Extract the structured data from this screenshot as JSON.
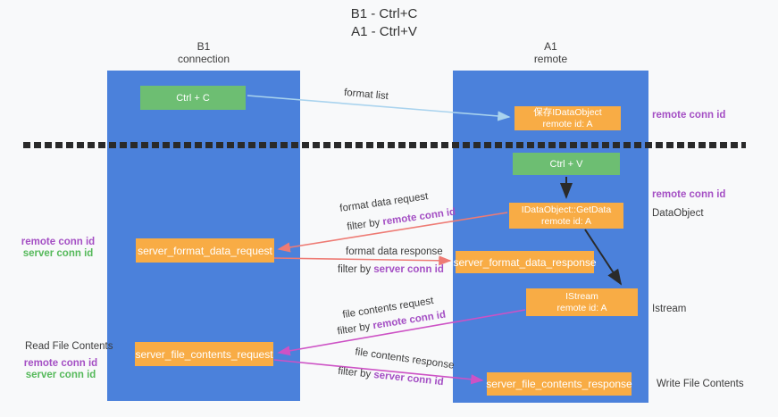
{
  "title": {
    "line1": "B1 - Ctrl+C",
    "line2": "A1 - Ctrl+V"
  },
  "columns": {
    "left": {
      "name": "B1",
      "subtitle": "connection"
    },
    "right": {
      "name": "A1",
      "subtitle": "remote"
    }
  },
  "nodes": {
    "ctrl_c": {
      "label": "Ctrl + C"
    },
    "ctrl_v": {
      "label": "Ctrl + V"
    },
    "save_dataobject": {
      "line1": "保存IDataObject",
      "line2": "remote id: A"
    },
    "getdata": {
      "line1": "IDataObject::GetData",
      "line2": "remote id: A"
    },
    "istream": {
      "line1": "IStream",
      "line2": "remote id: A"
    },
    "format_request": {
      "label": "server_format_data_request"
    },
    "format_response": {
      "label": "server_format_data_response"
    },
    "file_request": {
      "label": "server_file_contents_request"
    },
    "file_response": {
      "label": "server_file_contents_response"
    }
  },
  "flows": {
    "format_list": {
      "label": "format list"
    },
    "format_request": {
      "label": "format data request",
      "filter_prefix": "filter by ",
      "filter_conn": "remote conn id"
    },
    "format_response": {
      "label": "format data response",
      "filter_prefix": "filter by ",
      "filter_conn": "server conn id"
    },
    "file_request": {
      "label": "file contents request",
      "filter_prefix": "filter by ",
      "filter_conn": "remote conn id"
    },
    "file_response": {
      "label": "file contents response",
      "filter_prefix": "filter by ",
      "filter_conn": "server conn id"
    }
  },
  "annotations": {
    "right_top_conn": "remote conn id",
    "right_mid_conn": "remote conn id",
    "dataobject": "DataObject",
    "istream": "Istream",
    "write_file": "Write File Contents",
    "left_mid_remote": "remote conn id",
    "left_mid_server": "server conn id",
    "read_file": "Read File Contents",
    "left_bottom_remote": "remote conn id",
    "left_bottom_server": "server conn id"
  },
  "colors": {
    "column_blue": "#4b81db",
    "box_orange": "#f8ac45",
    "box_green": "#6dbe72",
    "arrow_lightblue": "#a9d3ee",
    "arrow_salmon": "#ee7b74",
    "arrow_magenta": "#cd52c5",
    "arrow_black": "#2a2a2a",
    "text_purple": "#a44fc4",
    "text_green": "#55b95a",
    "text_dark": "#3b3b3b",
    "background": "#f8f9fa"
  }
}
